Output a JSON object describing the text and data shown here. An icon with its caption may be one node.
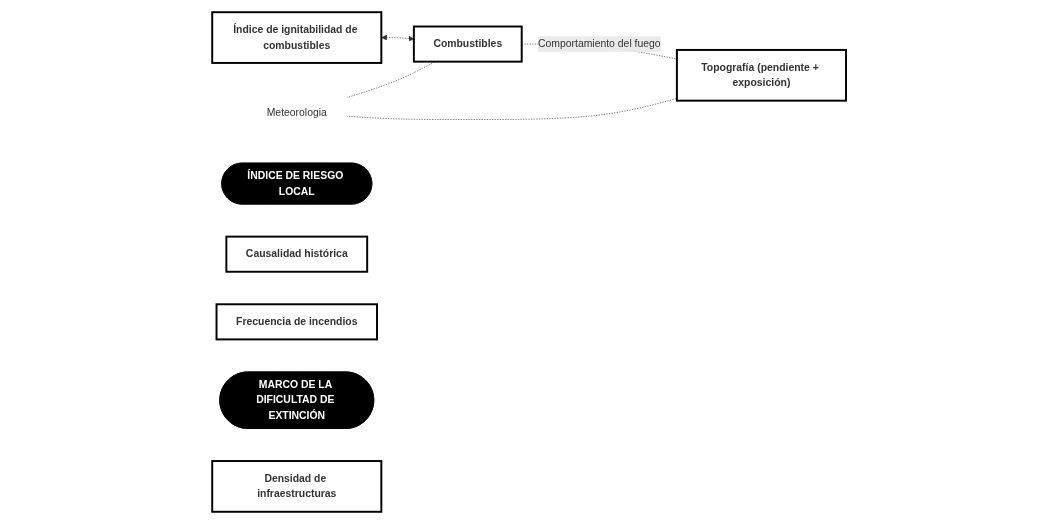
{
  "diagram": {
    "nodes": [
      {
        "text": [
          "Índice de ignitabilidad de combustibles"
        ]
      },
      {
        "text": [
          "ÍNDICE DE RIESGO LOCAL"
        ]
      },
      {
        "text": [
          "Causalidad histórica"
        ]
      },
      {
        "text": [
          "Frecuencia de incendios"
        ]
      },
      {
        "text": [
          "Meteorologia"
        ]
      },
      {
        "text": [
          "Combustibles"
        ]
      },
      {
        "text": [
          "MARCO DE LA DIFICULTAD DE EXTINCIÓN"
        ]
      },
      {
        "text": [
          "Topografía (pendiente + exposición)"
        ]
      },
      {
        "text": [
          "Densidad de infraestructuras"
        ]
      }
    ],
    "edges": [
      {
        "from": 0,
        "to": 5,
        "arrow": "both",
        "style": "dashed"
      },
      {
        "from": 4,
        "to": 5,
        "arrow": "none",
        "style": "dashed"
      },
      {
        "from": 4,
        "to": 7,
        "arrow": "none",
        "style": "dashed"
      },
      {
        "from": 5,
        "to": 7,
        "arrow": "none",
        "style": "dashed",
        "label": "Comportamiento del fuego"
      }
    ]
  }
}
